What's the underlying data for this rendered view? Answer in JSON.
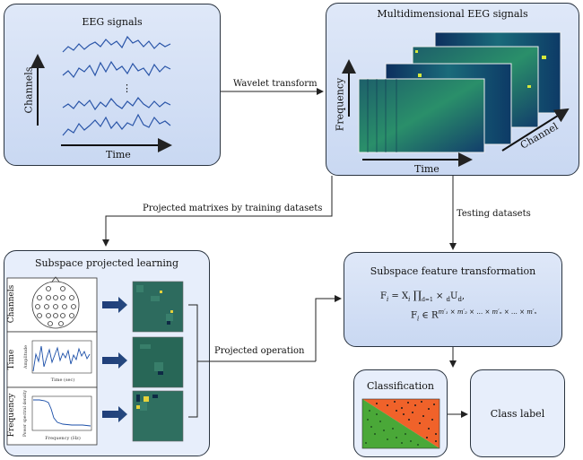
{
  "eeg_box": {
    "title": "EEG signals",
    "y_axis": "Channels",
    "x_axis": "Time",
    "dots": "⋮"
  },
  "multi_box": {
    "title": "Multidimensional EEG signals",
    "y_axis": "Frequency",
    "x_axis": "Time",
    "z_axis": "Channel"
  },
  "arrows": {
    "wavelet": "Wavelet transform",
    "projected_matrices": "Projected matrixes by training datasets",
    "testing": "Testing datasets",
    "projected_operation": "Projected operation"
  },
  "subspace_learning": {
    "title": "Subspace projected learning",
    "rows": [
      {
        "label": "Channels"
      },
      {
        "label": "Time",
        "x_axis": "Time (sec)",
        "y_axis": "Amplitude"
      },
      {
        "label": "Frequency",
        "x_axis": "Frequency (Hz)",
        "y_axis": "Power spectral density"
      }
    ]
  },
  "feature_transform": {
    "title": "Subspace feature transformation",
    "formula1_lhs": "F",
    "formula1_rhs": "= X",
    "formula2": "F",
    "formula2_rhs": "∈ R"
  },
  "classification": {
    "title": "Classification"
  },
  "class_label": {
    "title": "Class label"
  },
  "colors": {
    "box_fill": "#dfe8f8",
    "border": "#2a3440",
    "heat_green": "#1f6f50",
    "heat_orange": "#f0622a",
    "heat_green2": "#4aa838"
  }
}
